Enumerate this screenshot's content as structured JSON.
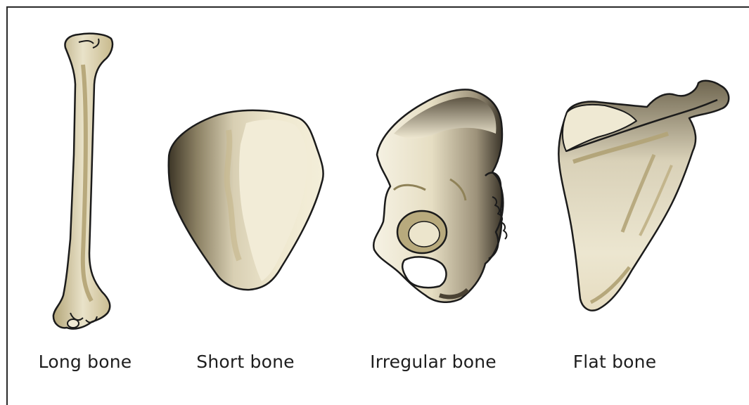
{
  "bones": [
    {
      "id": "long",
      "label": "Long bone",
      "icon": "long-bone-icon"
    },
    {
      "id": "short",
      "label": "Short bone",
      "icon": "short-bone-icon"
    },
    {
      "id": "irregular",
      "label": "Irregular bone",
      "icon": "irregular-bone-icon"
    },
    {
      "id": "flat",
      "label": "Flat bone",
      "icon": "flat-bone-icon"
    }
  ],
  "colors": {
    "bone_light": "#ece5cc",
    "bone_mid": "#c9bb8e",
    "bone_dark": "#8c7d52",
    "outline": "#1b1b1b"
  }
}
